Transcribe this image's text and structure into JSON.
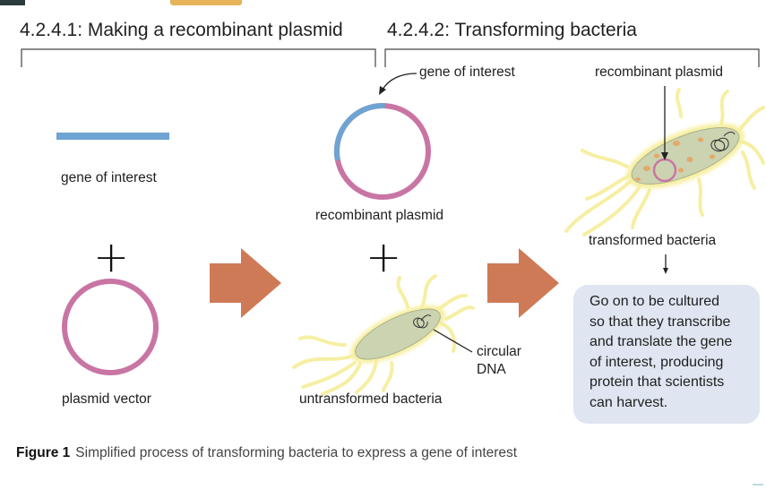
{
  "headers": {
    "step1": "4.2.4.1: Making a recombinant plasmid",
    "step2": "4.2.4.2: Transforming bacteria"
  },
  "labels": {
    "gene_of_interest_left": "gene of interest",
    "plasmid_vector": "plasmid vector",
    "gene_of_interest_callout": "gene of interest",
    "recombinant_plasmid_middle": "recombinant plasmid",
    "untransformed_bacteria": "untransformed bacteria",
    "circular_dna": "circular\nDNA",
    "recombinant_plasmid_right": "recombinant plasmid",
    "transformed_bacteria": "transformed bacteria"
  },
  "plus_symbol": "+",
  "note": "Go on to be cultured\nso that they transcribe\nand translate the gene\nof interest, producing\nprotein that scientists\ncan harvest.",
  "caption": {
    "figure_label": "Figure 1",
    "text": "Simplified process of transforming bacteria to express a gene of interest"
  },
  "colors": {
    "gene_blue": "#6fa3d2",
    "plasmid_pink": "#c975a4",
    "arrow_orange": "#cf7a56",
    "bacteria_glow": "#f6ef9f",
    "bacteria_body": "#cbd3b0",
    "spot_orange": "#e9a25c",
    "note_bg": "#dfe6f1"
  }
}
